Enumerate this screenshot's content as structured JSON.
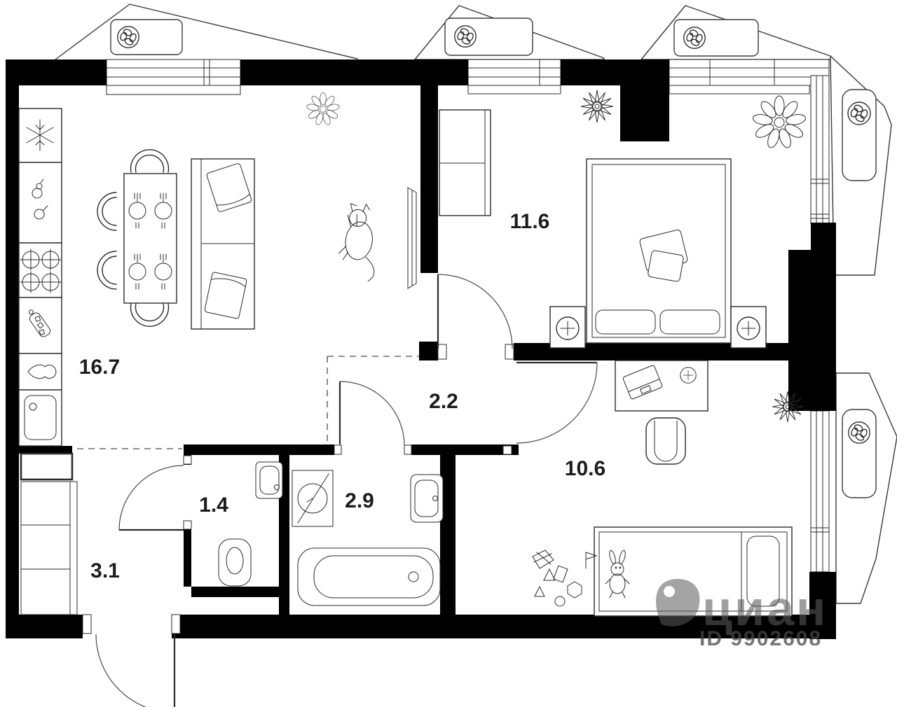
{
  "plan": {
    "type": "apartment-floor-plan",
    "rooms": [
      {
        "name": "kitchen-living-room",
        "area_label": "16.7"
      },
      {
        "name": "bedroom",
        "area_label": "11.6"
      },
      {
        "name": "hallway",
        "area_label": "2.2"
      },
      {
        "name": "children-room",
        "area_label": "10.6"
      },
      {
        "name": "wc",
        "area_label": "1.4"
      },
      {
        "name": "bathroom",
        "area_label": "2.9"
      },
      {
        "name": "corridor",
        "area_label": "3.1"
      }
    ],
    "watermark": {
      "brand": "циан",
      "listing_id": "ID 9902608"
    },
    "colors": {
      "wall": "#000000",
      "line": "#2b2b2b",
      "background": "#ffffff",
      "watermark": "#5a5a5a"
    },
    "icons": [
      "fan-icon",
      "snowflake-icon",
      "stove-burners-icon",
      "kitchen-sink-icon",
      "drainer-icon",
      "cutting-board-icon",
      "washing-machine-icon",
      "bathtub-icon",
      "toilet-icon",
      "wash-basin-icon",
      "bed-icon",
      "sofa-icon",
      "dining-table-icon",
      "desk-icon",
      "tv-icon",
      "lamp-icon",
      "plant-icon",
      "cat-icon",
      "bunny-toy-icon",
      "toys-icon"
    ]
  }
}
